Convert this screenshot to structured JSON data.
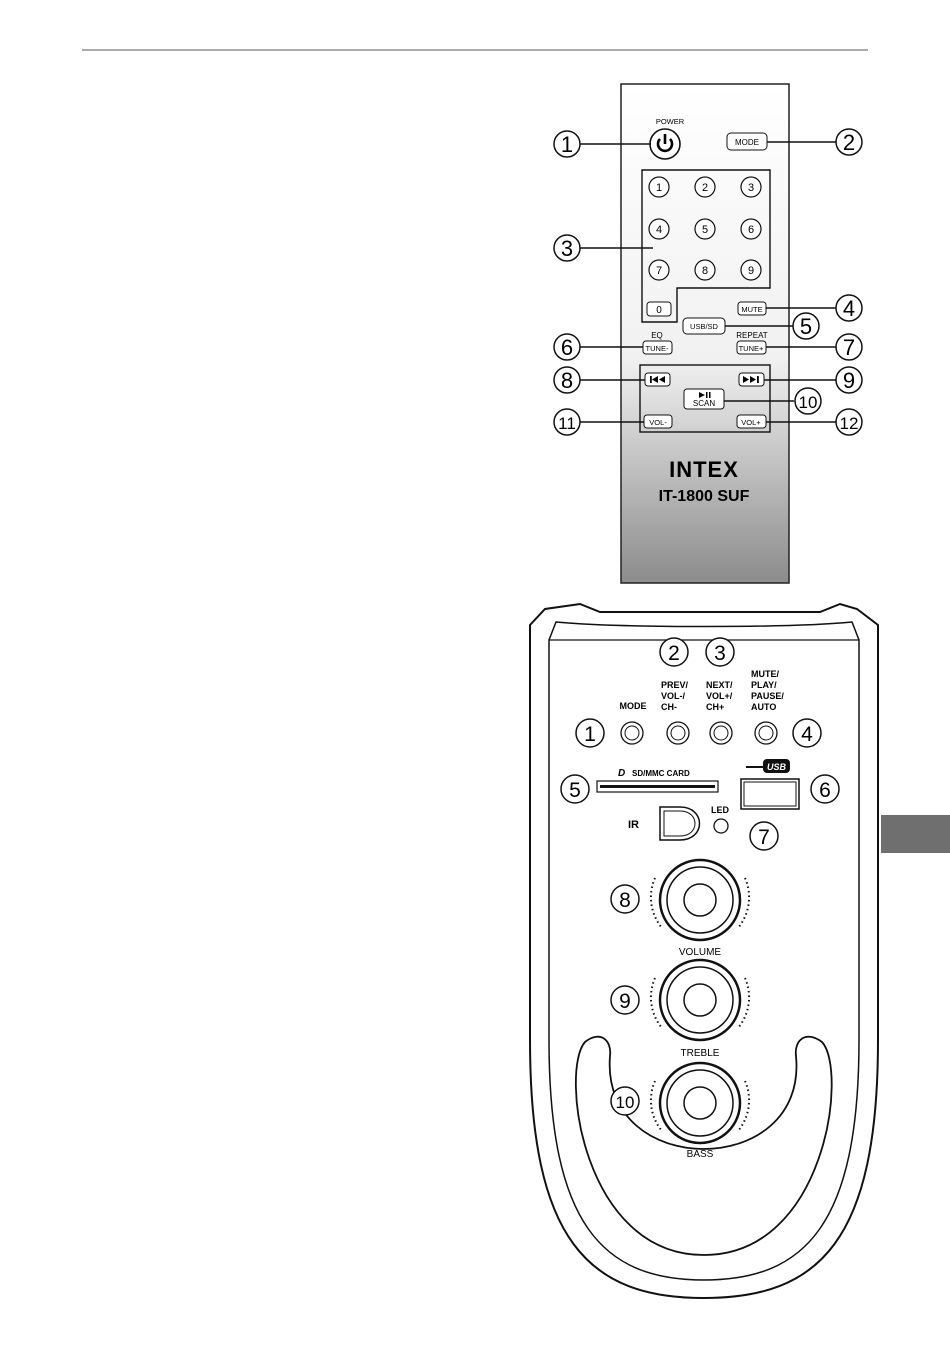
{
  "remote": {
    "power_label": "POWER",
    "mode_label": "MODE",
    "digits": [
      "1",
      "2",
      "3",
      "4",
      "5",
      "6",
      "7",
      "8",
      "9"
    ],
    "zero_label": "0",
    "mute_label": "MUTE",
    "usbsd_label": "USB/SD",
    "eq_label": "EQ",
    "tune_minus_label": "TUNE-",
    "repeat_label": "REPEAT",
    "tune_plus_label": "TUNE+",
    "scan_label": "SCAN",
    "vol_minus_label": "VOL-",
    "vol_plus_label": "VOL+",
    "brand": "INTEX",
    "model": "IT-1800 SUF",
    "callouts": [
      "1",
      "2",
      "3",
      "4",
      "5",
      "6",
      "7",
      "8",
      "9",
      "10",
      "11",
      "12"
    ]
  },
  "panel": {
    "mode_label": "MODE",
    "prev_label": [
      "PREV/",
      "VOL-/",
      "CH-"
    ],
    "next_label": [
      "NEXT/",
      "VOL+/",
      "CH+"
    ],
    "mute_label": [
      "MUTE/",
      "PLAY/",
      "PAUSE/",
      "AUTO"
    ],
    "sd_label": "SD/MMC CARD",
    "usb_label": "USB",
    "ir_label": "IR",
    "led_label": "LED",
    "volume_label": "VOLUME",
    "treble_label": "TREBLE",
    "bass_label": "BASS",
    "callouts": [
      "1",
      "2",
      "3",
      "4",
      "5",
      "6",
      "7",
      "8",
      "9",
      "10"
    ]
  }
}
